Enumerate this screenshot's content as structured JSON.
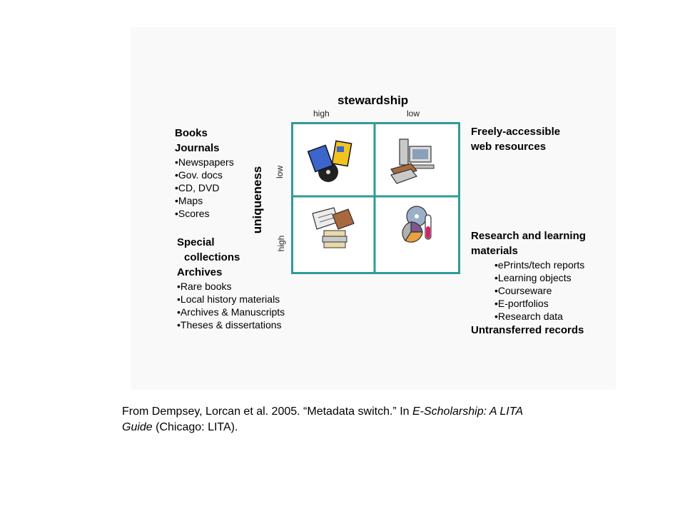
{
  "stewardship": {
    "title": "stewardship",
    "high": "high",
    "low": "low"
  },
  "uniqueness": {
    "title": "uniqueness",
    "low": "low",
    "high": "high"
  },
  "top_left": {
    "headings": [
      "Books",
      "Journals"
    ],
    "items": [
      "•Newspapers",
      "•Gov. docs",
      "•CD, DVD",
      "•Maps",
      "•Scores"
    ]
  },
  "bottom_left": {
    "headings": [
      "Special",
      "collections",
      "Archives"
    ],
    "items": [
      "•Rare books",
      "•Local history materials",
      "•Archives & Manuscripts",
      "•Theses & dissertations"
    ]
  },
  "top_right": {
    "headings": [
      "Freely-accessible",
      "web resources"
    ]
  },
  "bottom_right": {
    "headings": [
      "Research and learning",
      "materials"
    ],
    "items": [
      "•ePrints/tech reports",
      "•Learning objects",
      "•Courseware",
      "•E-portfolios",
      "•Research data"
    ],
    "footer": "Untransferred records"
  },
  "quadrant_icons": {
    "top_left": "books-and-cd-icon",
    "top_right": "computer-and-books-icon",
    "bottom_left": "documents-and-books-icon",
    "bottom_right": "research-data-icon"
  },
  "colors": {
    "grid": "#2e9c95"
  },
  "caption": {
    "part1": "From Dempsey, Lorcan et al. 2005. “Metadata switch.” In ",
    "italic1": "E-Scholarship: A LITA",
    "italic2": "Guide",
    "part2": " (Chicago: LITA)."
  }
}
